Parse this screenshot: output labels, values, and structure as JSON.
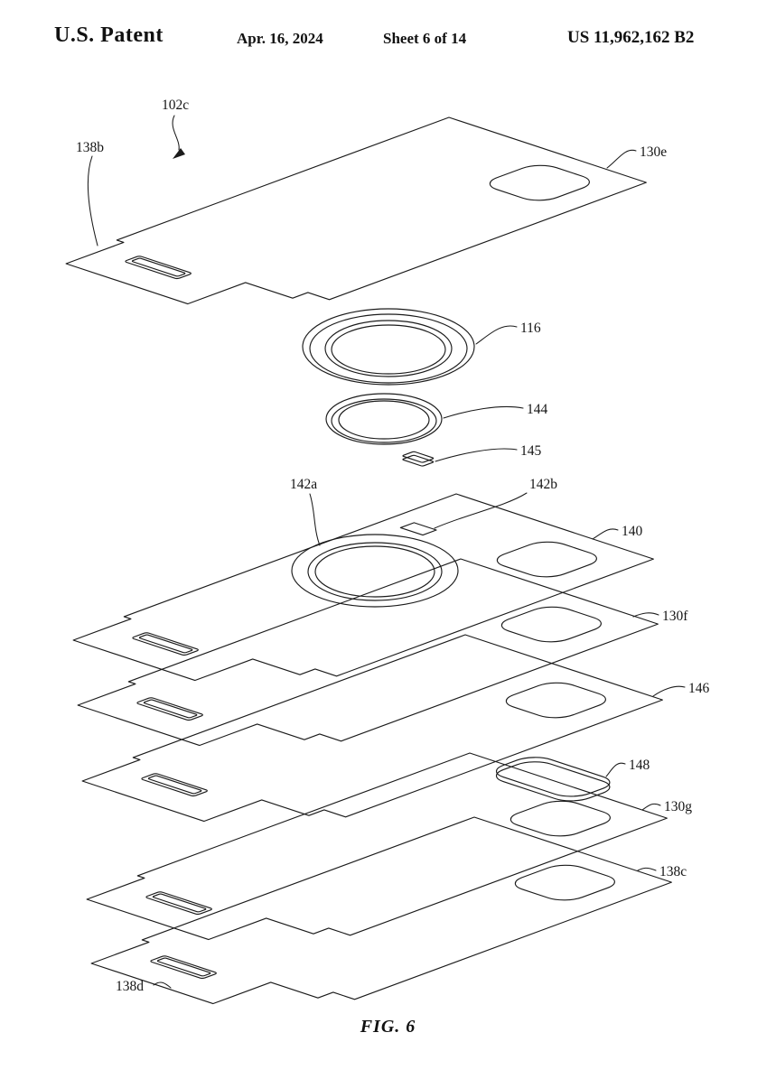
{
  "header": {
    "title": "U.S. Patent",
    "date": "Apr. 16, 2024",
    "sheet": "Sheet 6 of 14",
    "patent_number": "US 11,962,162 B2"
  },
  "figure": {
    "caption": "FIG. 6",
    "reference_labels": {
      "n102c": "102c",
      "n138b": "138b",
      "n130e": "130e",
      "n116": "116",
      "n144": "144",
      "n145": "145",
      "n142a": "142a",
      "n142b": "142b",
      "n140": "140",
      "n130f": "130f",
      "n146": "146",
      "n148": "148",
      "n130g": "130g",
      "n138c": "138c",
      "n138d": "138d"
    }
  },
  "colors": {
    "ink": "#1b1b1b",
    "paper": "#ffffff"
  }
}
